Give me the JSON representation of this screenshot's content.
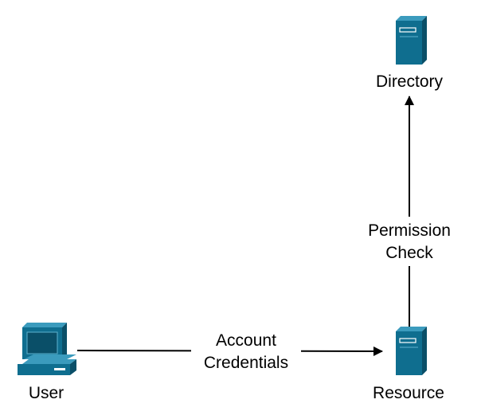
{
  "nodes": {
    "directory": {
      "label": "Directory",
      "icon": "server-icon"
    },
    "user": {
      "label": "User",
      "icon": "desktop-computer-icon"
    },
    "resource": {
      "label": "Resource",
      "icon": "server-icon"
    }
  },
  "edges": {
    "credentials": {
      "from": "user",
      "to": "resource",
      "label_lines": [
        "Account",
        "Credentials"
      ]
    },
    "permission": {
      "from": "resource",
      "to": "directory",
      "label_lines": [
        "Permission",
        "Check"
      ]
    }
  },
  "colors": {
    "icon_fill": "#0f6e8f",
    "icon_dark": "#0a4f68",
    "icon_light": "#3b9bbd",
    "line": "#000000"
  }
}
